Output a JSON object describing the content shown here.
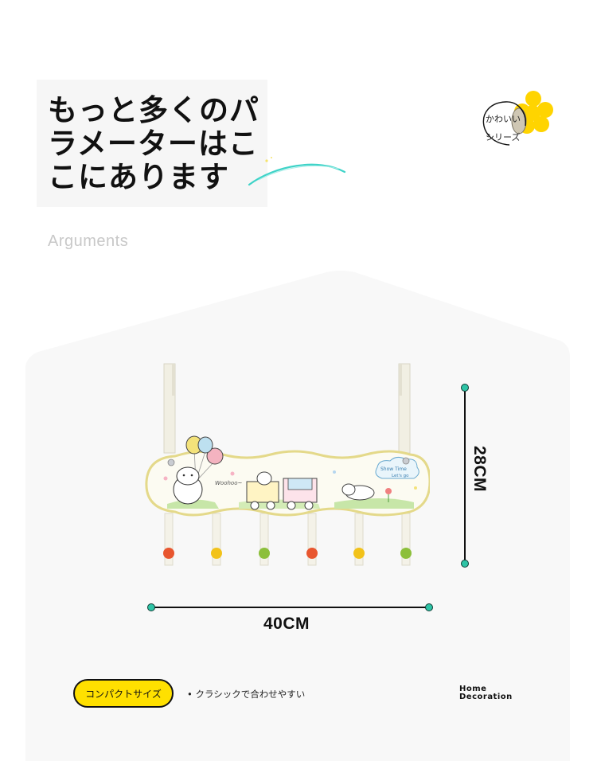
{
  "header": {
    "title_lines": [
      "もっと多くのパ",
      "ラメーターはこ",
      "こにあります"
    ],
    "subtitle": "Arguments"
  },
  "badge": {
    "line1": "かわいい",
    "line2": "シリーズ",
    "flower_color": "#ffd400"
  },
  "product": {
    "hook_colors": [
      "#e8562f",
      "#f2c21a",
      "#8cbf3a",
      "#e8562f",
      "#f2c21a",
      "#8cbf3a"
    ],
    "illustration_texts": [
      "Woohoo~",
      "Show Time",
      "Let's go"
    ]
  },
  "dimensions": {
    "height_label": "28CM",
    "width_label": "40CM",
    "dot_color": "#2ec4a6"
  },
  "footer": {
    "pill_label": "コンパクトサイズ",
    "bullet": "•  クラシックで合わせやすい",
    "logo_line1": "Home",
    "logo_line2": "Decoration"
  }
}
